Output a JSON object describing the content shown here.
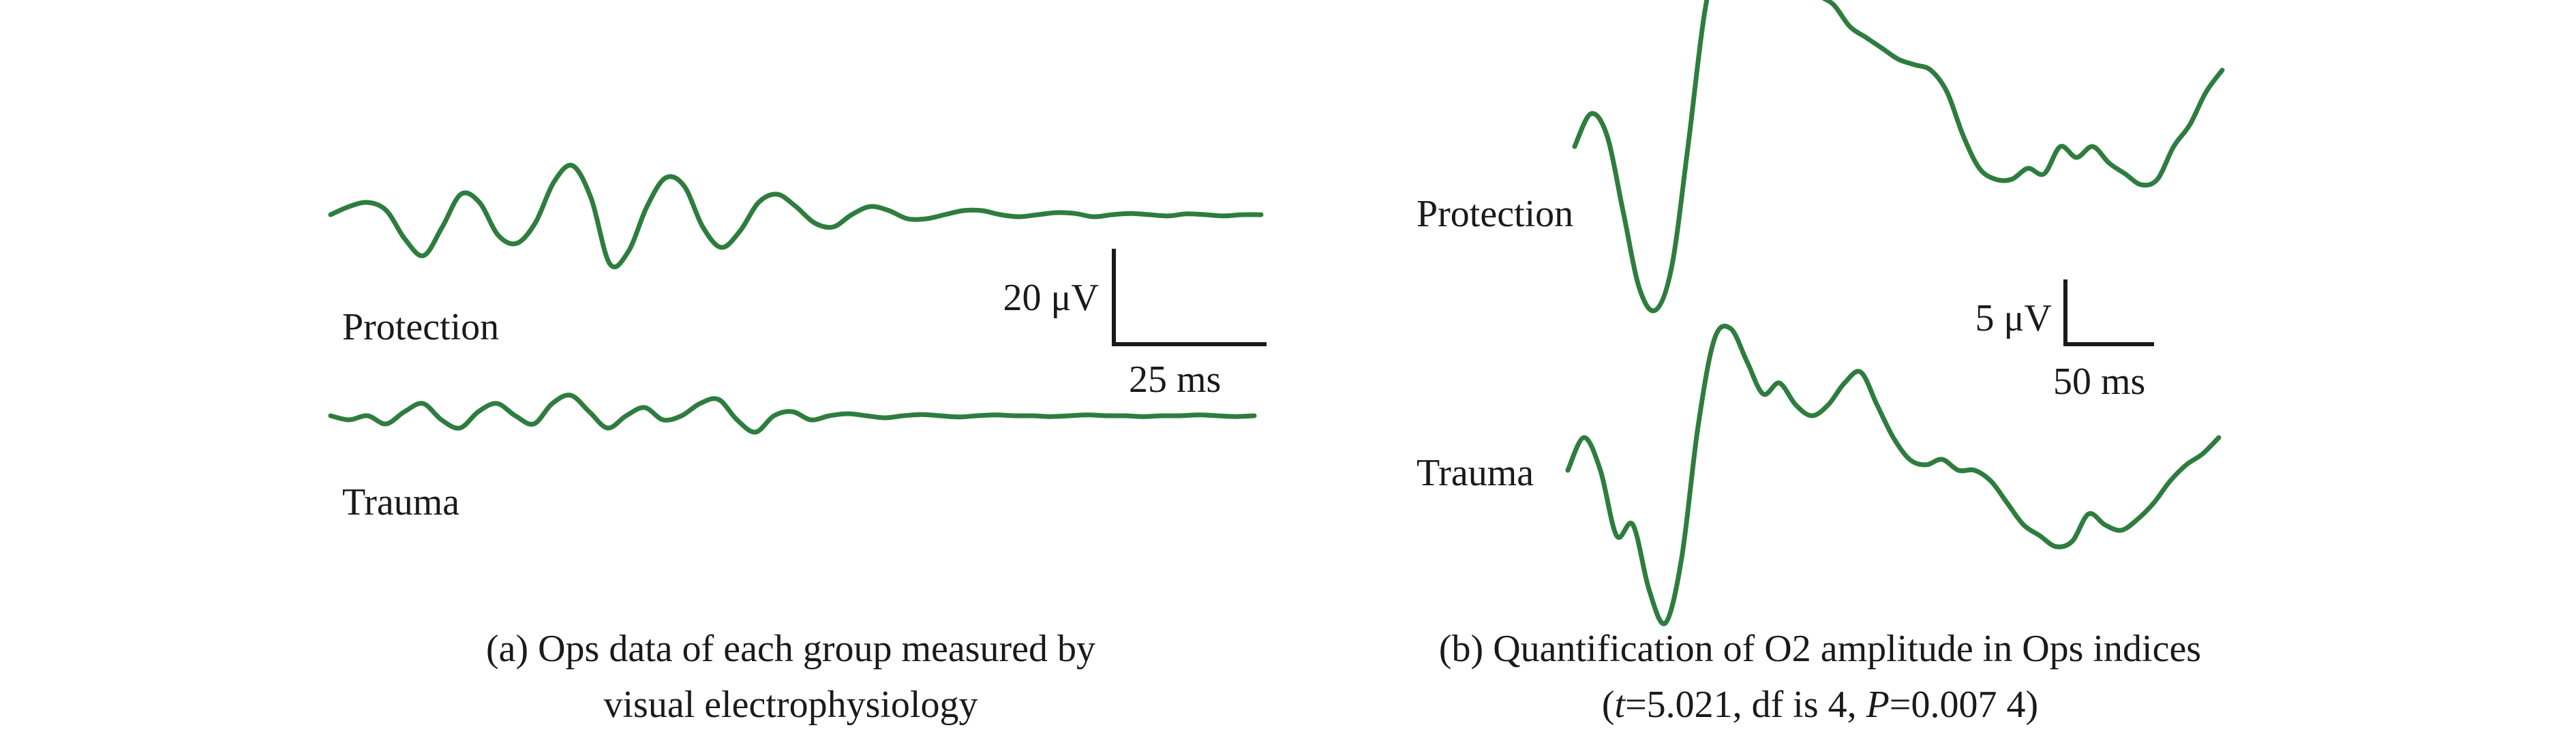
{
  "colors": {
    "trace": "#2e7d3e",
    "scalebar": "#1a1a1a",
    "text": "#1a1a1a",
    "background": "#ffffff"
  },
  "chart_data": [
    {
      "type": "line",
      "panel": "a",
      "title": "",
      "xlabel": "",
      "ylabel": "",
      "grid": false,
      "series": [
        {
          "name": "Protection",
          "x": [
            0,
            3,
            6,
            9,
            12,
            15,
            18,
            21,
            24,
            27,
            30,
            33,
            36,
            39,
            42,
            45,
            48,
            51,
            54,
            57,
            60,
            63,
            66,
            69,
            72,
            75,
            78,
            81,
            84,
            87,
            90,
            93,
            96,
            99,
            102,
            105,
            108,
            111,
            114,
            117,
            120,
            123,
            126,
            129,
            132,
            135,
            138,
            141,
            144,
            147,
            150
          ],
          "y": [
            0,
            2,
            3,
            1,
            -6,
            -10,
            -3,
            5,
            3,
            -5,
            -7,
            -2,
            8,
            12,
            4,
            -12,
            -9,
            2,
            9,
            7,
            -3,
            -8,
            -4,
            3,
            5,
            2,
            -2,
            -3,
            0,
            2,
            1,
            -1,
            -1,
            0,
            1,
            1,
            0,
            -0.5,
            0,
            0.5,
            0.3,
            -0.5,
            0,
            0.3,
            0,
            -0.3,
            0.2,
            0,
            -0.3,
            0,
            0
          ]
        },
        {
          "name": "Trauma",
          "x": [
            0,
            3,
            6,
            9,
            12,
            15,
            18,
            21,
            24,
            27,
            30,
            33,
            36,
            39,
            42,
            45,
            48,
            51,
            54,
            57,
            60,
            63,
            66,
            69,
            72,
            75,
            78,
            81,
            84,
            87,
            90,
            93,
            96,
            99,
            102,
            105,
            108,
            111,
            114,
            117,
            120,
            123,
            126,
            129,
            132,
            135,
            138,
            141,
            144,
            147,
            150
          ],
          "y": [
            0,
            -1,
            0,
            -2,
            1,
            3,
            -1,
            -3,
            1,
            3,
            0,
            -2,
            3,
            5,
            1,
            -3,
            0,
            2,
            -1,
            0,
            3,
            4,
            -1,
            -4,
            0,
            1,
            -1,
            0,
            0.5,
            0,
            -0.5,
            0,
            0.3,
            0,
            -0.3,
            0,
            0.2,
            0,
            0,
            -0.2,
            0,
            0.2,
            0,
            0,
            -0.2,
            0,
            0,
            0.2,
            0,
            -0.2,
            0
          ]
        }
      ],
      "scale_bar": {
        "vertical": "20 μV",
        "horizontal": "25 ms"
      },
      "caption": [
        "(a) Ops data of each group measured by",
        "visual electrophysiology"
      ]
    },
    {
      "type": "line",
      "panel": "b",
      "title": "",
      "xlabel": "",
      "ylabel": "",
      "grid": false,
      "series": [
        {
          "name": "Protection",
          "x": [
            0,
            5,
            10,
            15,
            20,
            25,
            30,
            35,
            40,
            45,
            50,
            55,
            60,
            65,
            70,
            75,
            80,
            85,
            90,
            95,
            100,
            105,
            110,
            115,
            120,
            125,
            130,
            135,
            140,
            145,
            150,
            155,
            160,
            165,
            170,
            175,
            180,
            185,
            190,
            195,
            200
          ],
          "y": [
            0,
            3,
            1,
            -6,
            -13,
            -15,
            -11,
            0,
            12,
            19,
            22,
            21,
            19,
            17,
            16,
            14,
            13,
            11,
            10,
            9,
            8,
            7.5,
            7,
            5,
            1,
            -2,
            -3,
            -3,
            -2,
            -2.5,
            0,
            -1,
            0,
            -1.5,
            -2.5,
            -3.5,
            -3,
            0,
            2,
            5,
            7
          ]
        },
        {
          "name": "Trauma",
          "x": [
            0,
            5,
            10,
            15,
            20,
            25,
            30,
            35,
            40,
            45,
            50,
            55,
            60,
            65,
            70,
            75,
            80,
            85,
            90,
            95,
            100,
            105,
            110,
            115,
            120,
            125,
            130,
            135,
            140,
            145,
            150,
            155,
            160,
            165,
            170,
            175,
            180,
            185,
            190,
            195,
            200
          ],
          "y": [
            0,
            3,
            0,
            -6,
            -5,
            -11,
            -14,
            -8,
            4,
            12,
            13,
            10,
            7,
            8,
            6,
            5,
            6,
            8,
            9,
            6,
            3,
            1,
            0.5,
            1,
            0,
            0,
            -1,
            -3,
            -5,
            -6,
            -7,
            -6.5,
            -4,
            -5,
            -5.5,
            -4.5,
            -3,
            -1,
            0.5,
            1.5,
            3
          ]
        }
      ],
      "scale_bar": {
        "vertical": "5 μV",
        "horizontal": "50 ms"
      },
      "caption": [
        "(b) Quantification of O2 amplitude in Ops indices"
      ],
      "caption_stats": {
        "open": "(",
        "t_symbol": "t",
        "t_value": "=5.021, df is 4, ",
        "p_symbol": "P",
        "p_value": "=0.007 4)"
      }
    }
  ]
}
